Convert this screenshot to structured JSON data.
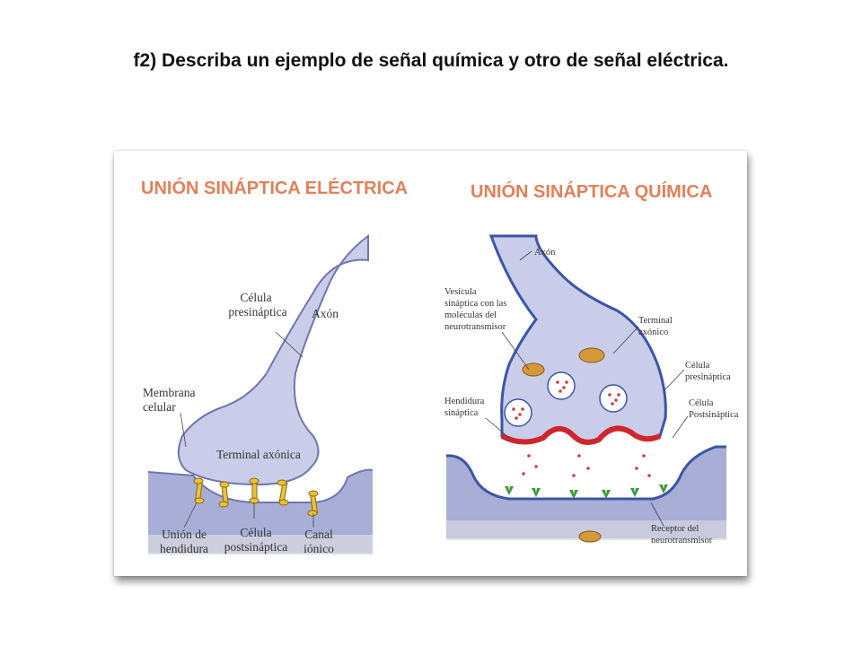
{
  "question": "f2) Describa un ejemplo de señal química y otro de señal eléctrica.",
  "colors": {
    "title_orange": "#e2805a",
    "cell_fill": "#c9cde9",
    "post_fill": "#a9aed6",
    "membrane_red": "#d0262b",
    "receptor_green": "#3c9a3a",
    "channel_yellow": "#e7c23a",
    "vesicle_dot": "#c8404a"
  },
  "electrical": {
    "title": "UNIÓN SINÁPTICA ELÉCTRICA",
    "labels": {
      "celula_pre_1": "Célula",
      "celula_pre_2": "presináptica",
      "axon": "Axón",
      "membrana_1": "Membrana",
      "membrana_2": "celular",
      "terminal": "Terminal axónica",
      "union_1": "Unión de",
      "union_2": "hendidura",
      "post_1": "Célula",
      "post_2": "postsináptica",
      "canal_1": "Canal",
      "canal_2": "iónico"
    }
  },
  "chemical": {
    "title": "UNIÓN SINÁPTICA QUÍMICA",
    "labels": {
      "axon": "Axón",
      "vesicula_1": "Vesícula",
      "vesicula_2": "sináptica con las",
      "vesicula_3": "moléculas del",
      "vesicula_4": "neurotransmisor",
      "terminal_1": "Terminal",
      "terminal_2": "axónico",
      "pre_1": "Célula",
      "pre_2": "presináptica",
      "hendidura_1": "Hendidura",
      "hendidura_2": "sináptica",
      "post_1": "Célula",
      "post_2": "Postsináptica",
      "receptor_1": "Receptor del",
      "receptor_2": "neurotransmisor"
    }
  }
}
